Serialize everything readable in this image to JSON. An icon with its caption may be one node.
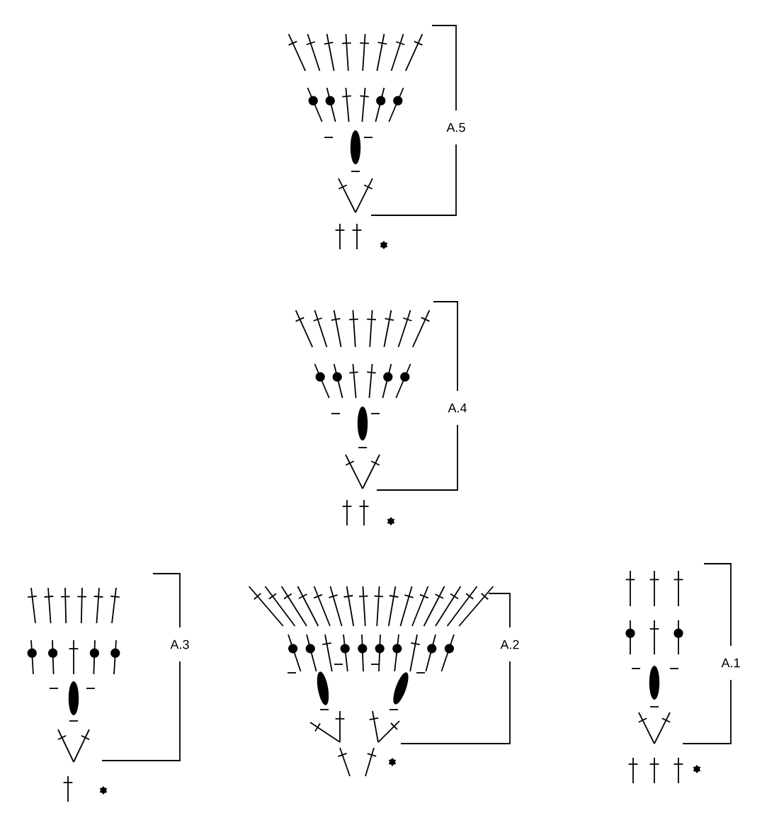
{
  "diagram": {
    "labels": [
      "A.5",
      "A.4",
      "A.3",
      "A.2",
      "A.1"
    ]
  }
}
